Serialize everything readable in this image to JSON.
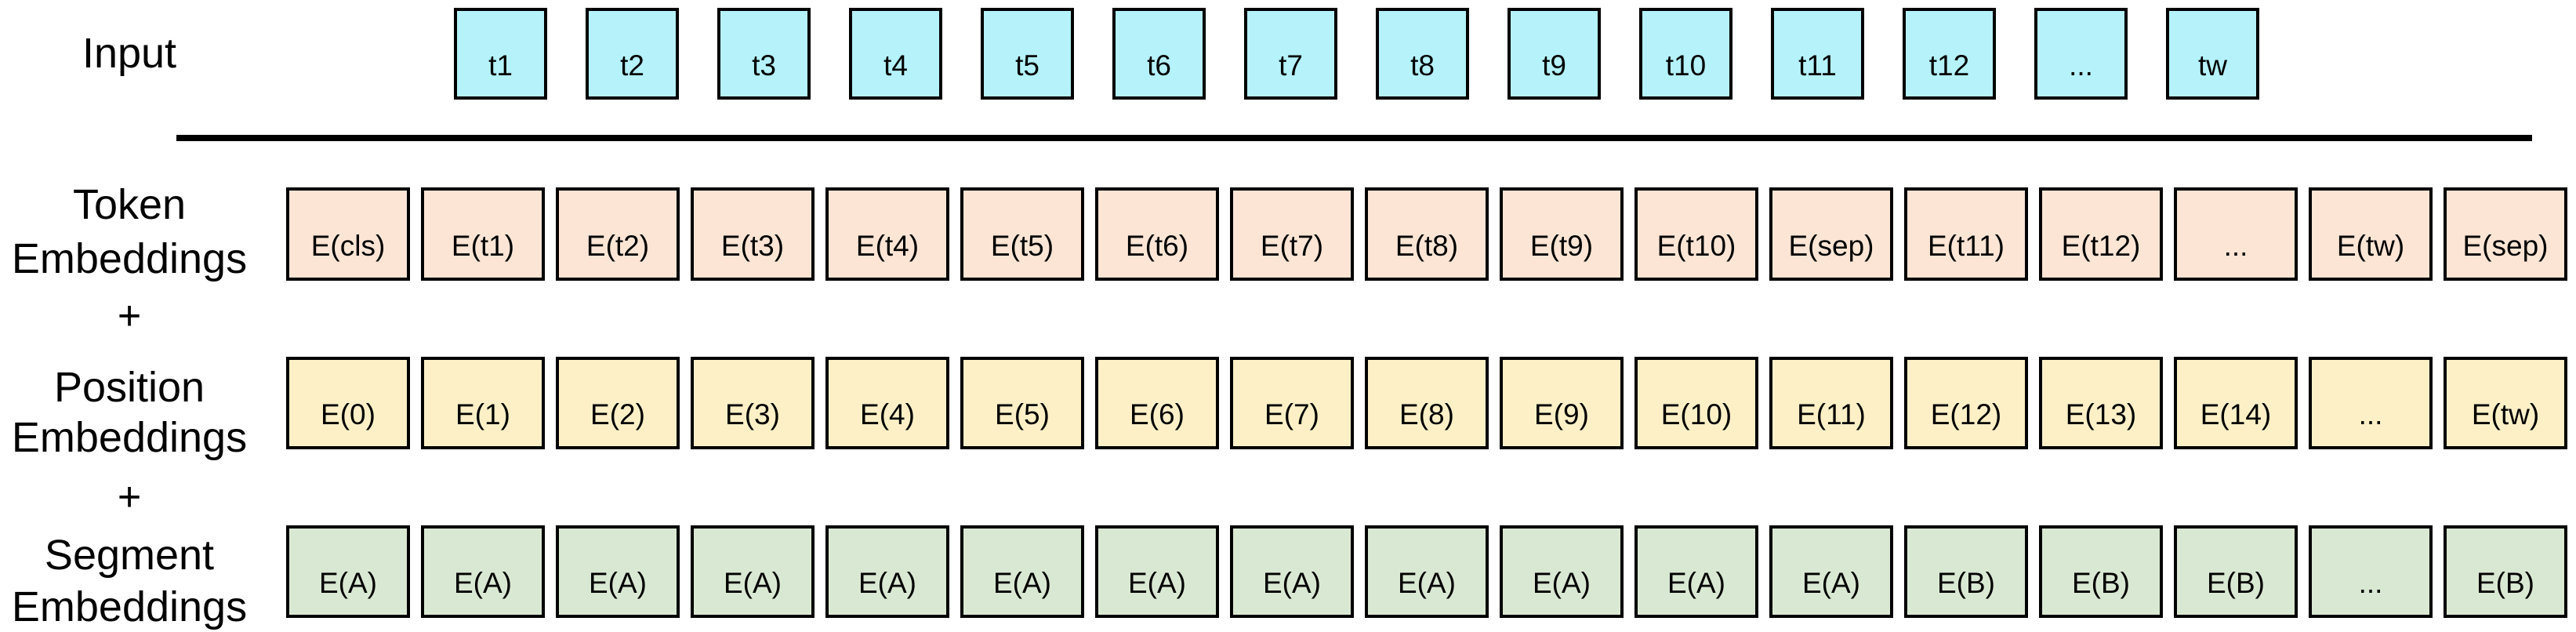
{
  "diagram": {
    "labels": {
      "input": "Input",
      "token_1": "Token",
      "token_2": "Embeddings",
      "plus": "+",
      "position_1": "Position",
      "position_2": "Embeddings",
      "segment_1": "Segment",
      "segment_2": "Embeddings"
    },
    "rows": {
      "input_tokens": [
        "t1",
        "t2",
        "t3",
        "t4",
        "t5",
        "t6",
        "t7",
        "t8",
        "t9",
        "t10",
        "t11",
        "t12",
        "...",
        "tw"
      ],
      "token_embeddings": [
        "E(cls)",
        "E(t1)",
        "E(t2)",
        "E(t3)",
        "E(t4)",
        "E(t5)",
        "E(t6)",
        "E(t7)",
        "E(t8)",
        "E(t9)",
        "E(t10)",
        "E(sep)",
        "E(t11)",
        "E(t12)",
        "...",
        "E(tw)",
        "E(sep)"
      ],
      "position_embeddings": [
        "E(0)",
        "E(1)",
        "E(2)",
        "E(3)",
        "E(4)",
        "E(5)",
        "E(6)",
        "E(7)",
        "E(8)",
        "E(9)",
        "E(10)",
        "E(11)",
        "E(12)",
        "E(13)",
        "E(14)",
        "...",
        "E(tw)"
      ],
      "segment_embeddings": [
        "E(A)",
        "E(A)",
        "E(A)",
        "E(A)",
        "E(A)",
        "E(A)",
        "E(A)",
        "E(A)",
        "E(A)",
        "E(A)",
        "E(A)",
        "E(A)",
        "E(B)",
        "E(B)",
        "E(B)",
        "...",
        "E(B)"
      ]
    },
    "colors": {
      "input_box": "#b5f2fa",
      "token_box": "#fce5d5",
      "position_box": "#fdf0c7",
      "segment_box": "#d9e8d2",
      "border": "#000000",
      "divider": "#000000",
      "text": "#000000"
    }
  }
}
